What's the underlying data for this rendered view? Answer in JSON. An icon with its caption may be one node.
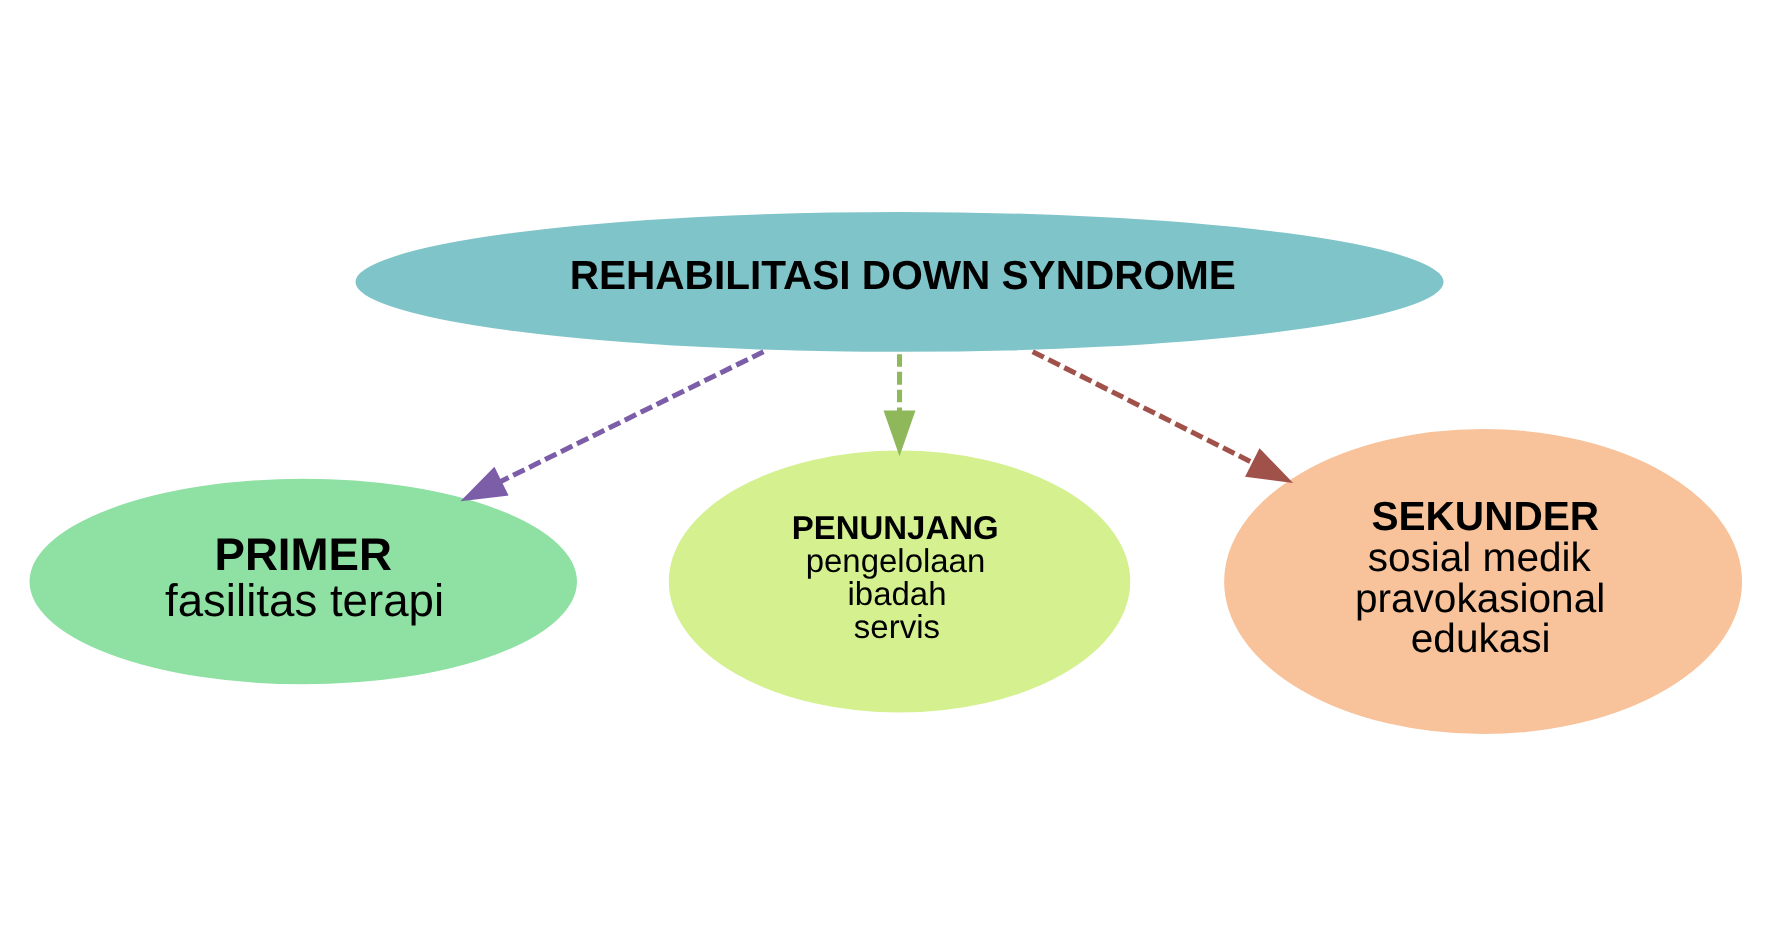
{
  "diagram": {
    "nodes": [
      {
        "text": [
          "REHABILITASI DOWN SYNDROME"
        ]
      },
      {
        "text": [
          "PRIMER",
          "fasilitas terapi"
        ]
      },
      {
        "text": [
          "PENUNJANG",
          "pengelolaan",
          "ibadah",
          "servis"
        ]
      },
      {
        "text": [
          "SEKUNDER",
          "sosial medik",
          "pravokasional",
          "edukasi"
        ]
      }
    ],
    "edges": [
      {
        "from": 0,
        "to": 2,
        "arrow": "to",
        "style": "dashed",
        "color": "#8fb85a"
      },
      {
        "from": 0,
        "to": 1,
        "arrow": "to",
        "style": "dashed",
        "color": "#7b5ea7"
      },
      {
        "from": 0,
        "to": 3,
        "arrow": "to",
        "style": "dashed",
        "color": "#a0524a"
      }
    ]
  }
}
